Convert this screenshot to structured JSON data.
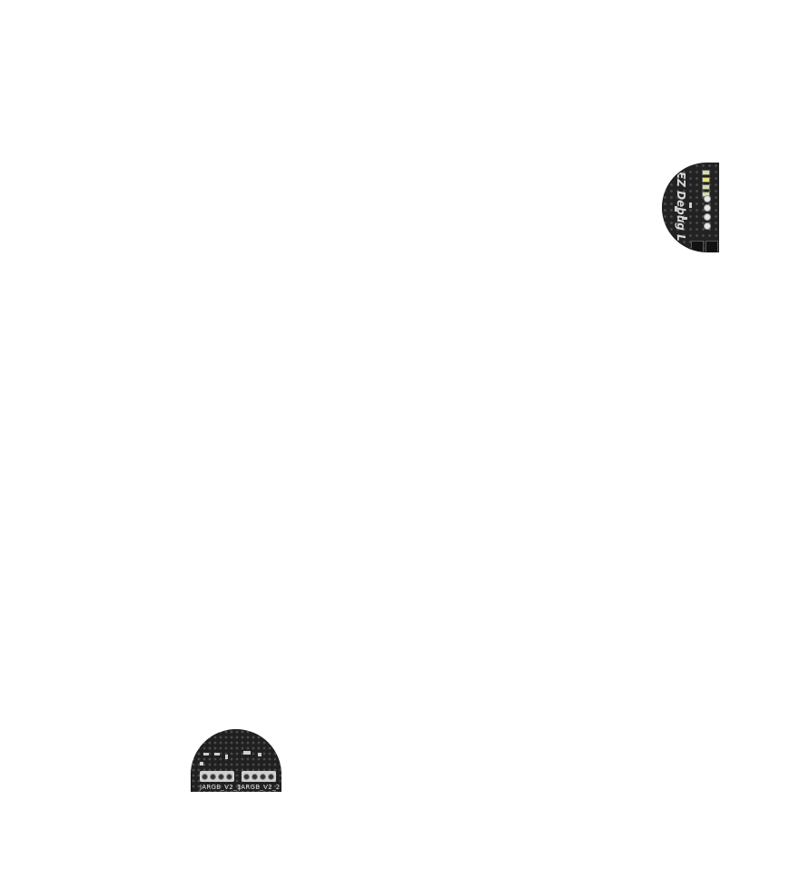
{
  "callouts": {
    "ez_debug": {
      "label": "EZ Debug L"
    },
    "jargb": {
      "label_1": "JARGB_V2_1",
      "label_2": "JARGB_V2_2"
    }
  },
  "colors": {
    "page_background": "#ffffff",
    "pcb_background": "#1c1c1c",
    "silkscreen": "#d8d8d8"
  }
}
